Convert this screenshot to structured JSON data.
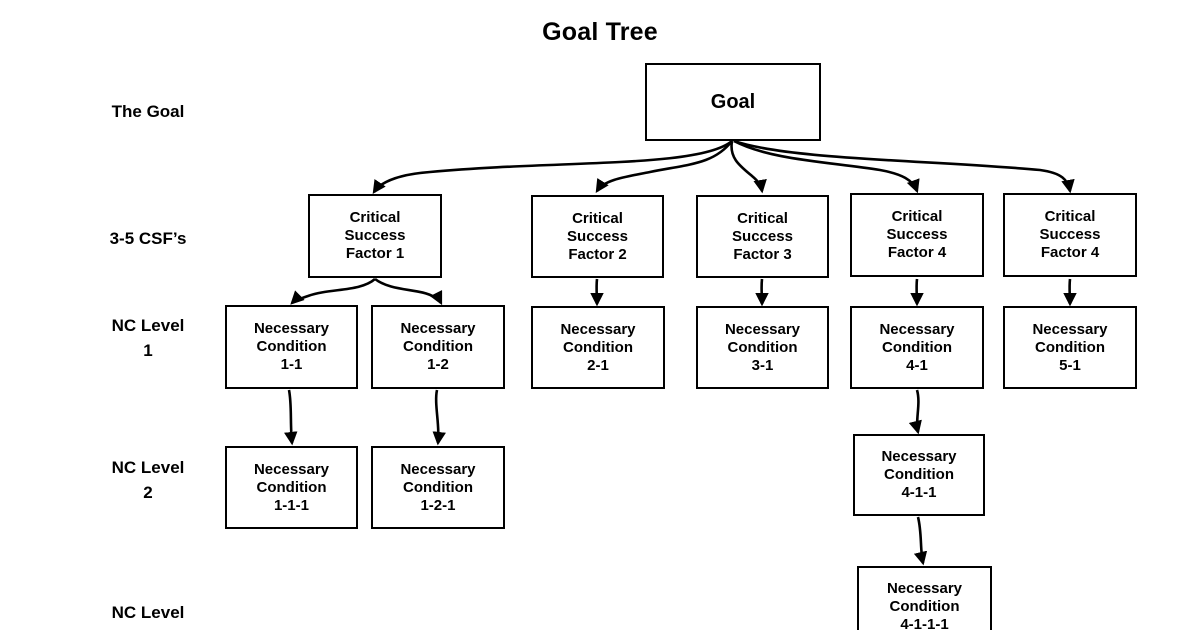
{
  "diagram": {
    "title": "Goal Tree",
    "type": "tree",
    "background_color": "#ffffff",
    "node_fill_color": "#ffffff",
    "node_border_color": "#000000",
    "text_color": "#000000",
    "row_labels": [
      {
        "id": "row-the-goal",
        "text": "The Goal"
      },
      {
        "id": "row-csf",
        "text": "3-5 CSF’s"
      },
      {
        "id": "row-nc-level-1",
        "text": "NC Level\n1"
      },
      {
        "id": "row-nc-level-2",
        "text": "NC Level\n2"
      },
      {
        "id": "row-nc-level-3",
        "text": "NC Level"
      }
    ],
    "nodes": [
      {
        "id": "goal",
        "text": "Goal",
        "level": "The Goal"
      },
      {
        "id": "csf-1",
        "text": "Critical\nSuccess\nFactor 1",
        "level": "3-5 CSF’s"
      },
      {
        "id": "csf-2",
        "text": "Critical\nSuccess\nFactor 2",
        "level": "3-5 CSF’s"
      },
      {
        "id": "csf-3",
        "text": "Critical\nSuccess\nFactor 3",
        "level": "3-5 CSF’s"
      },
      {
        "id": "csf-4",
        "text": "Critical\nSuccess\nFactor 4",
        "level": "3-5 CSF’s"
      },
      {
        "id": "csf-5",
        "text": "Critical\nSuccess\nFactor 4",
        "level": "3-5 CSF’s"
      },
      {
        "id": "nc-1-1",
        "text": "Necessary\nCondition\n1-1",
        "level": "NC Level 1"
      },
      {
        "id": "nc-1-2",
        "text": "Necessary\nCondition\n1-2",
        "level": "NC Level 1"
      },
      {
        "id": "nc-2-1",
        "text": "Necessary\nCondition\n2-1",
        "level": "NC Level 1"
      },
      {
        "id": "nc-3-1",
        "text": "Necessary\nCondition\n3-1",
        "level": "NC Level 1"
      },
      {
        "id": "nc-4-1",
        "text": "Necessary\nCondition\n4-1",
        "level": "NC Level 1"
      },
      {
        "id": "nc-5-1",
        "text": "Necessary\nCondition\n5-1",
        "level": "NC Level 1"
      },
      {
        "id": "nc-1-1-1",
        "text": "Necessary\nCondition\n1-1-1",
        "level": "NC Level 2"
      },
      {
        "id": "nc-1-2-1",
        "text": "Necessary\nCondition\n1-2-1",
        "level": "NC Level 2"
      },
      {
        "id": "nc-4-1-1",
        "text": "Necessary\nCondition\n4-1-1",
        "level": "NC Level 2"
      },
      {
        "id": "nc-4-1-1-1",
        "text": "Necessary\nCondition\n4-1-1-1",
        "level": "NC Level"
      }
    ],
    "edges": [
      {
        "from": "goal",
        "to": "csf-1"
      },
      {
        "from": "goal",
        "to": "csf-2"
      },
      {
        "from": "goal",
        "to": "csf-3"
      },
      {
        "from": "goal",
        "to": "csf-4"
      },
      {
        "from": "goal",
        "to": "csf-5"
      },
      {
        "from": "csf-1",
        "to": "nc-1-1"
      },
      {
        "from": "csf-1",
        "to": "nc-1-2"
      },
      {
        "from": "csf-2",
        "to": "nc-2-1"
      },
      {
        "from": "csf-3",
        "to": "nc-3-1"
      },
      {
        "from": "csf-4",
        "to": "nc-4-1"
      },
      {
        "from": "csf-5",
        "to": "nc-5-1"
      },
      {
        "from": "nc-1-1",
        "to": "nc-1-1-1"
      },
      {
        "from": "nc-1-2",
        "to": "nc-1-2-1"
      },
      {
        "from": "nc-4-1",
        "to": "nc-4-1-1"
      },
      {
        "from": "nc-4-1-1",
        "to": "nc-4-1-1-1"
      }
    ]
  }
}
